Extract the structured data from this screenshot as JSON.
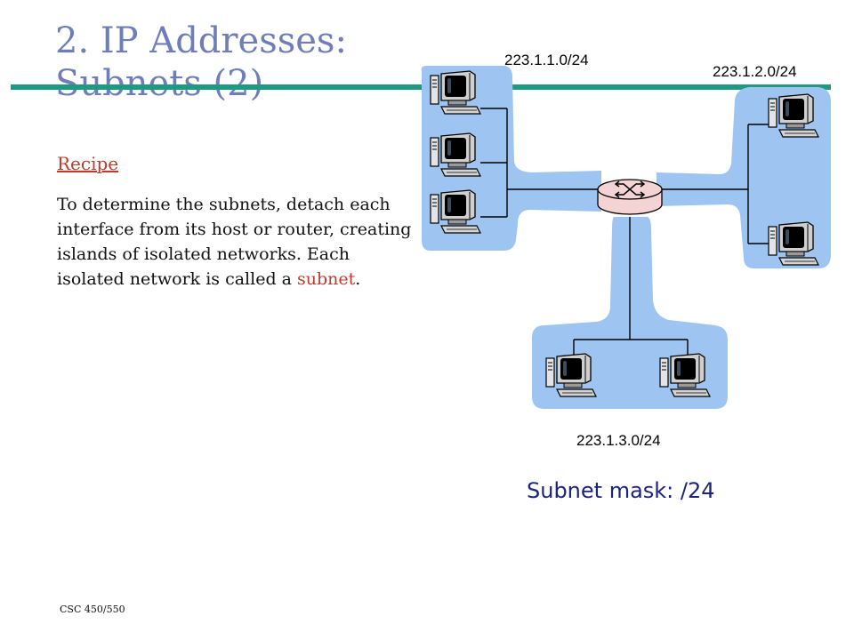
{
  "slide": {
    "title": "2. IP Addresses: Subnets (2)",
    "recipe_heading": "Recipe",
    "body_before": "To determine the subnets, detach each interface from its host or router, creating islands of isolated networks. Each isolated network is called a ",
    "body_highlight": "subnet",
    "body_after": ".",
    "footer": "CSC 450/550"
  },
  "diagram": {
    "subnets": [
      {
        "id": "subnet-1",
        "label": "223.1.1.0/24"
      },
      {
        "id": "subnet-2",
        "label": "223.1.2.0/24"
      },
      {
        "id": "subnet-3",
        "label": "223.1.3.0/24"
      }
    ],
    "mask_label": "Subnet mask: /24",
    "icons": {
      "router": "router-icon",
      "host": "computer-icon"
    },
    "colors": {
      "title": "#6f7eb8",
      "rule": "#1f9a82",
      "highlight": "#c0392b",
      "island": "#9ec5f2",
      "router": "#f3d3d4",
      "mask": "#1a237e"
    }
  }
}
